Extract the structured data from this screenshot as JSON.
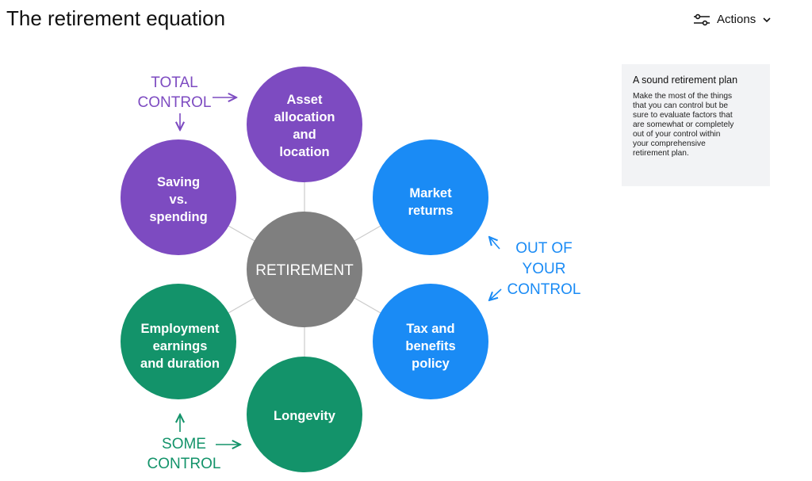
{
  "header": {
    "title": "The retirement equation",
    "actions_label": "Actions",
    "actions_icon": "sliders-icon",
    "actions_chevron": "chevron-down-icon"
  },
  "info_panel": {
    "title": "A sound retirement plan",
    "body_lines": [
      "Make the most of the things",
      "that you can control but be",
      "sure to evaluate factors that",
      "are somewhat or completely",
      "out of your control within",
      "your comprehensive",
      "retirement plan."
    ]
  },
  "diagram": {
    "center": {
      "lines": [
        "RETIREMENT"
      ],
      "color": "#7f7f7f"
    },
    "nodes": [
      {
        "id": "asset",
        "lines": [
          "Asset",
          "allocation",
          "and",
          "location"
        ],
        "group": "total"
      },
      {
        "id": "market",
        "lines": [
          "Market",
          "returns"
        ],
        "group": "out"
      },
      {
        "id": "tax",
        "lines": [
          "Tax and",
          "benefits",
          "policy"
        ],
        "group": "out"
      },
      {
        "id": "longevity",
        "lines": [
          "Longevity"
        ],
        "group": "some"
      },
      {
        "id": "employment",
        "lines": [
          "Employment",
          "earnings",
          "and duration"
        ],
        "group": "some"
      },
      {
        "id": "saving",
        "lines": [
          "Saving",
          "vs.",
          "spending"
        ],
        "group": "total"
      }
    ],
    "annotations": {
      "total": [
        "TOTAL",
        "CONTROL"
      ],
      "out": [
        "OUT OF",
        "YOUR",
        "CONTROL"
      ],
      "some": [
        "SOME",
        "CONTROL"
      ]
    },
    "colors": {
      "total": "#7d4bc1",
      "out": "#1a8bf5",
      "some": "#13936a",
      "connector": "#cccccc"
    }
  }
}
